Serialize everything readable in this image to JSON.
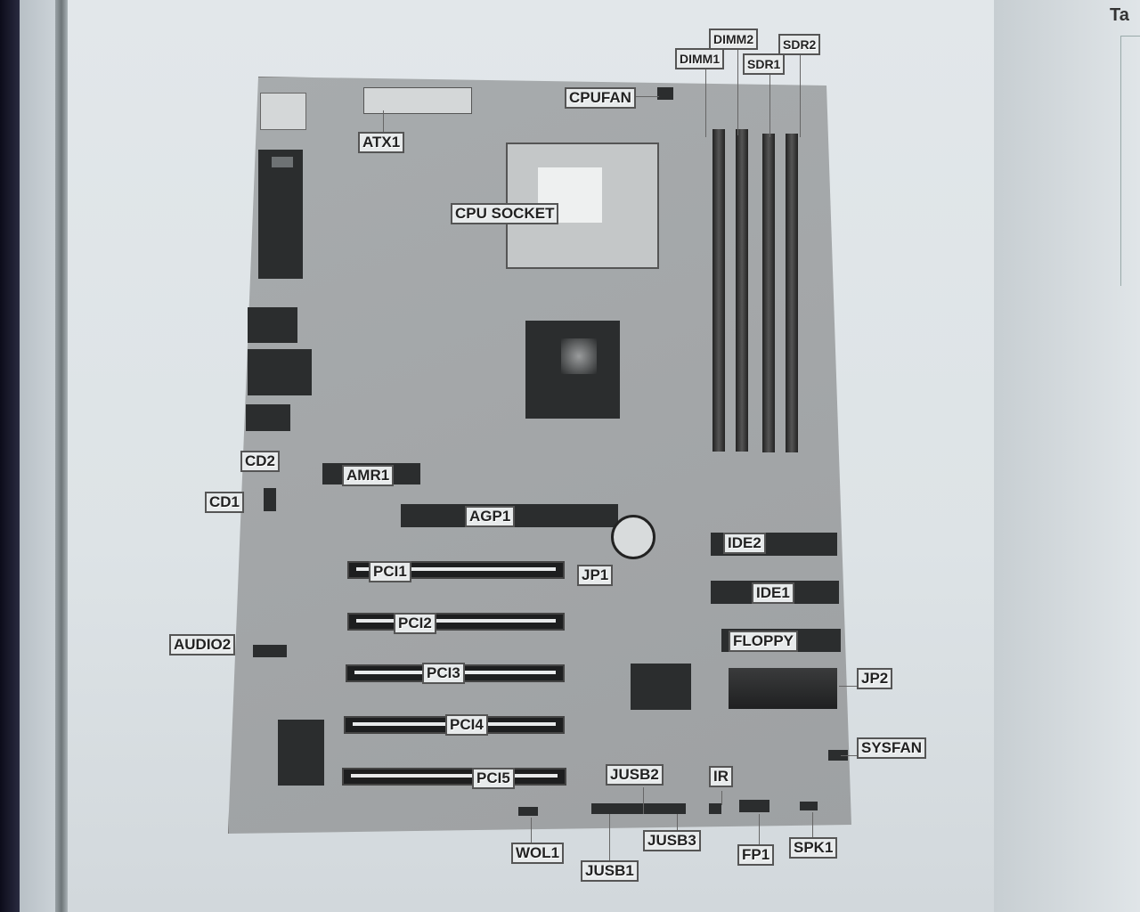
{
  "right_page": {
    "header_fragment": "Ta"
  },
  "labels": {
    "atx1": "ATX1",
    "cpufan": "CPUFAN",
    "dimm1": "DIMM1",
    "dimm2": "DIMM2",
    "sdr1": "SDR1",
    "sdr2": "SDR2",
    "cpu_socket": "CPU SOCKET",
    "cd2": "CD2",
    "cd1": "CD1",
    "amr1": "AMR1",
    "agp1": "AGP1",
    "jp1": "JP1",
    "ide2": "IDE2",
    "ide1": "IDE1",
    "floppy": "FLOPPY",
    "jp2": "JP2",
    "sysfan": "SYSFAN",
    "pci1": "PCI1",
    "pci2": "PCI2",
    "pci3": "PCI3",
    "pci4": "PCI4",
    "pci5": "PCI5",
    "audio2": "AUDIO2",
    "jusb2": "JUSB2",
    "ir": "IR",
    "wol1": "WOL1",
    "jusb1": "JUSB1",
    "jusb3": "JUSB3",
    "fp1": "FP1",
    "spk1": "SPK1"
  },
  "colors": {
    "board": "#a5a8aa",
    "page": "#dfe4e7",
    "label_bg": "#e7eaeb",
    "component_dark": "#2b2d2e"
  }
}
